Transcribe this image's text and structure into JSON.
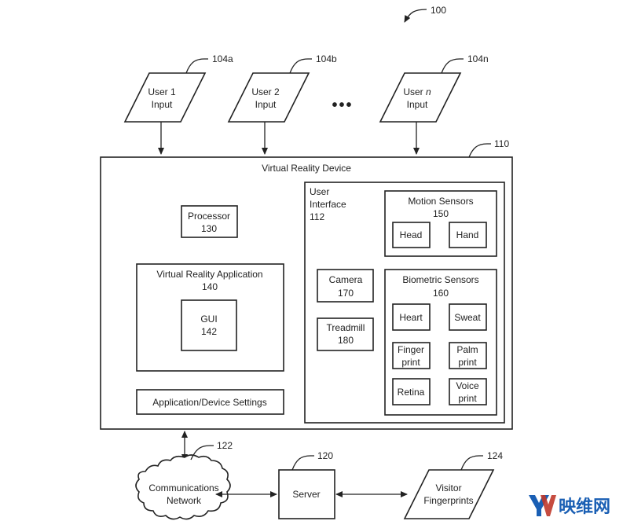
{
  "figure": {
    "ref": "100",
    "user_inputs": [
      {
        "line1": "User 1",
        "line2": "Input",
        "ref": "104a"
      },
      {
        "line1": "User 2",
        "line2": "Input",
        "ref": "104b"
      },
      {
        "line1": "User n",
        "line2": "Input",
        "ref": "104n"
      }
    ],
    "ellipsis": "•••",
    "device": {
      "title": "Virtual Reality Device",
      "ref": "110",
      "processor": {
        "label": "Processor",
        "ref": "130"
      },
      "vr_app": {
        "label": "Virtual Reality Application",
        "ref": "140"
      },
      "gui": {
        "label": "GUI",
        "ref": "142"
      },
      "settings": {
        "label": "Application/Device Settings"
      },
      "user_interface": {
        "line1": "User",
        "line2": "Interface",
        "ref": "112"
      },
      "motion_sensors": {
        "label": "Motion Sensors",
        "ref": "150",
        "items": [
          "Head",
          "Hand"
        ]
      },
      "camera": {
        "label": "Camera",
        "ref": "170"
      },
      "treadmill": {
        "label": "Treadmill",
        "ref": "180"
      },
      "biometric_sensors": {
        "label": "Biometric Sensors",
        "ref": "160",
        "items": [
          {
            "line1": "Heart",
            "line2": ""
          },
          {
            "line1": "Sweat",
            "line2": ""
          },
          {
            "line1": "Finger",
            "line2": "print"
          },
          {
            "line1": "Palm",
            "line2": "print"
          },
          {
            "line1": "Retina",
            "line2": ""
          },
          {
            "line1": "Voice",
            "line2": "print"
          }
        ]
      }
    },
    "network": {
      "line1": "Communications",
      "line2": "Network",
      "ref": "122"
    },
    "server": {
      "label": "Server",
      "ref": "120"
    },
    "fingerprints": {
      "line1": "Visitor",
      "line2": "Fingerprints",
      "ref": "124"
    }
  },
  "watermark": {
    "text": "映维网",
    "logo": "YV"
  }
}
